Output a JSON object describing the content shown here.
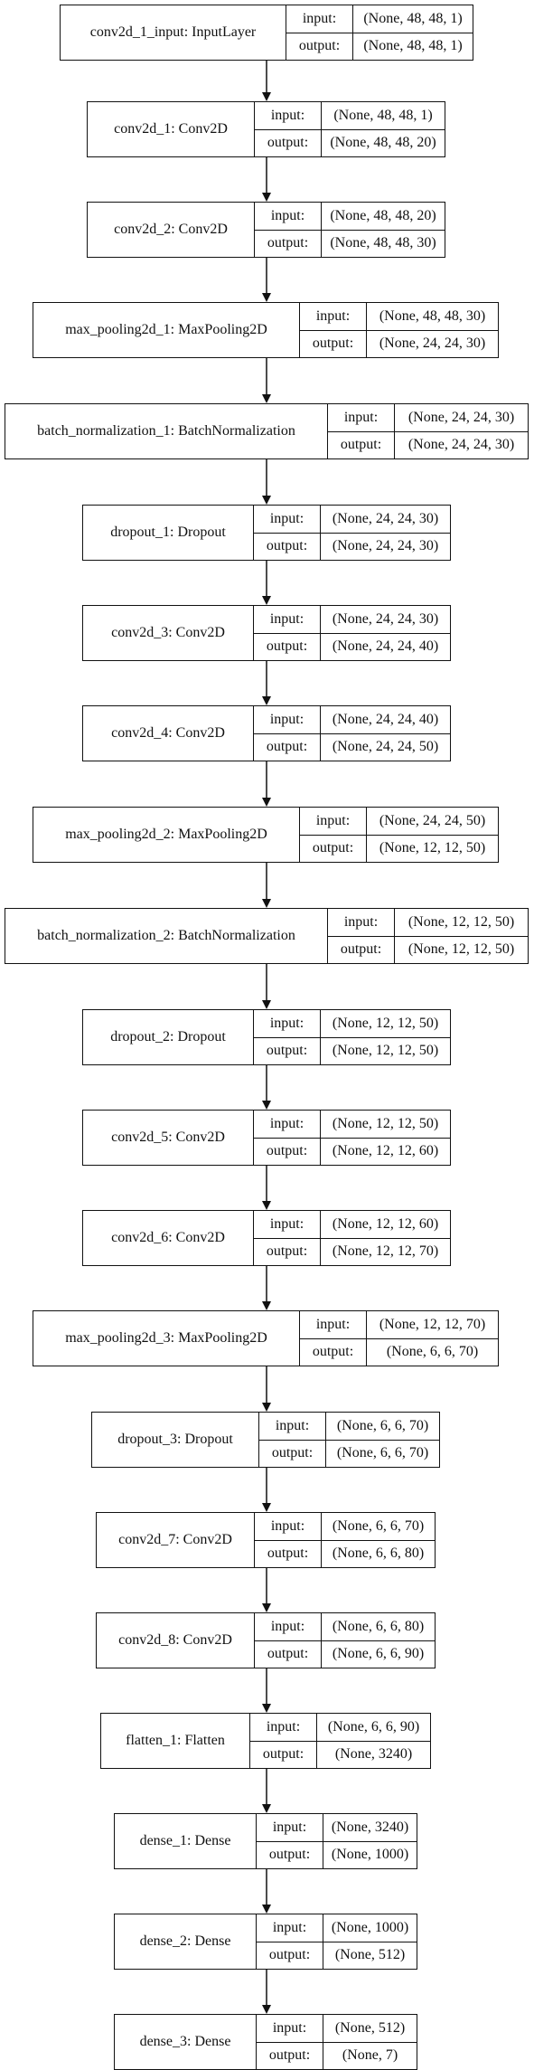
{
  "labels": {
    "input": "input:",
    "output": "output:"
  },
  "layers": [
    {
      "name": "conv2d_1_input: InputLayer",
      "input": "(None, 48, 48, 1)",
      "output": "(None, 48, 48, 1)"
    },
    {
      "name": "conv2d_1: Conv2D",
      "input": "(None, 48, 48, 1)",
      "output": "(None, 48, 48, 20)"
    },
    {
      "name": "conv2d_2: Conv2D",
      "input": "(None, 48, 48, 20)",
      "output": "(None, 48, 48, 30)"
    },
    {
      "name": "max_pooling2d_1: MaxPooling2D",
      "input": "(None, 48, 48, 30)",
      "output": "(None, 24, 24, 30)"
    },
    {
      "name": "batch_normalization_1: BatchNormalization",
      "input": "(None, 24, 24, 30)",
      "output": "(None, 24, 24, 30)"
    },
    {
      "name": "dropout_1: Dropout",
      "input": "(None, 24, 24, 30)",
      "output": "(None, 24, 24, 30)"
    },
    {
      "name": "conv2d_3: Conv2D",
      "input": "(None, 24, 24, 30)",
      "output": "(None, 24, 24, 40)"
    },
    {
      "name": "conv2d_4: Conv2D",
      "input": "(None, 24, 24, 40)",
      "output": "(None, 24, 24, 50)"
    },
    {
      "name": "max_pooling2d_2: MaxPooling2D",
      "input": "(None, 24, 24, 50)",
      "output": "(None, 12, 12, 50)"
    },
    {
      "name": "batch_normalization_2: BatchNormalization",
      "input": "(None, 12, 12, 50)",
      "output": "(None, 12, 12, 50)"
    },
    {
      "name": "dropout_2: Dropout",
      "input": "(None, 12, 12, 50)",
      "output": "(None, 12, 12, 50)"
    },
    {
      "name": "conv2d_5: Conv2D",
      "input": "(None, 12, 12, 50)",
      "output": "(None, 12, 12, 60)"
    },
    {
      "name": "conv2d_6: Conv2D",
      "input": "(None, 12, 12, 60)",
      "output": "(None, 12, 12, 70)"
    },
    {
      "name": "max_pooling2d_3: MaxPooling2D",
      "input": "(None, 12, 12, 70)",
      "output": "(None, 6, 6, 70)"
    },
    {
      "name": "dropout_3: Dropout",
      "input": "(None, 6, 6, 70)",
      "output": "(None, 6, 6, 70)"
    },
    {
      "name": "conv2d_7: Conv2D",
      "input": "(None, 6, 6, 70)",
      "output": "(None, 6, 6, 80)"
    },
    {
      "name": "conv2d_8: Conv2D",
      "input": "(None, 6, 6, 80)",
      "output": "(None, 6, 6, 90)"
    },
    {
      "name": "flatten_1: Flatten",
      "input": "(None, 6, 6, 90)",
      "output": "(None, 3240)"
    },
    {
      "name": "dense_1: Dense",
      "input": "(None, 3240)",
      "output": "(None, 1000)"
    },
    {
      "name": "dense_2: Dense",
      "input": "(None, 1000)",
      "output": "(None, 512)"
    },
    {
      "name": "dense_3: Dense",
      "input": "(None, 512)",
      "output": "(None, 7)"
    }
  ]
}
